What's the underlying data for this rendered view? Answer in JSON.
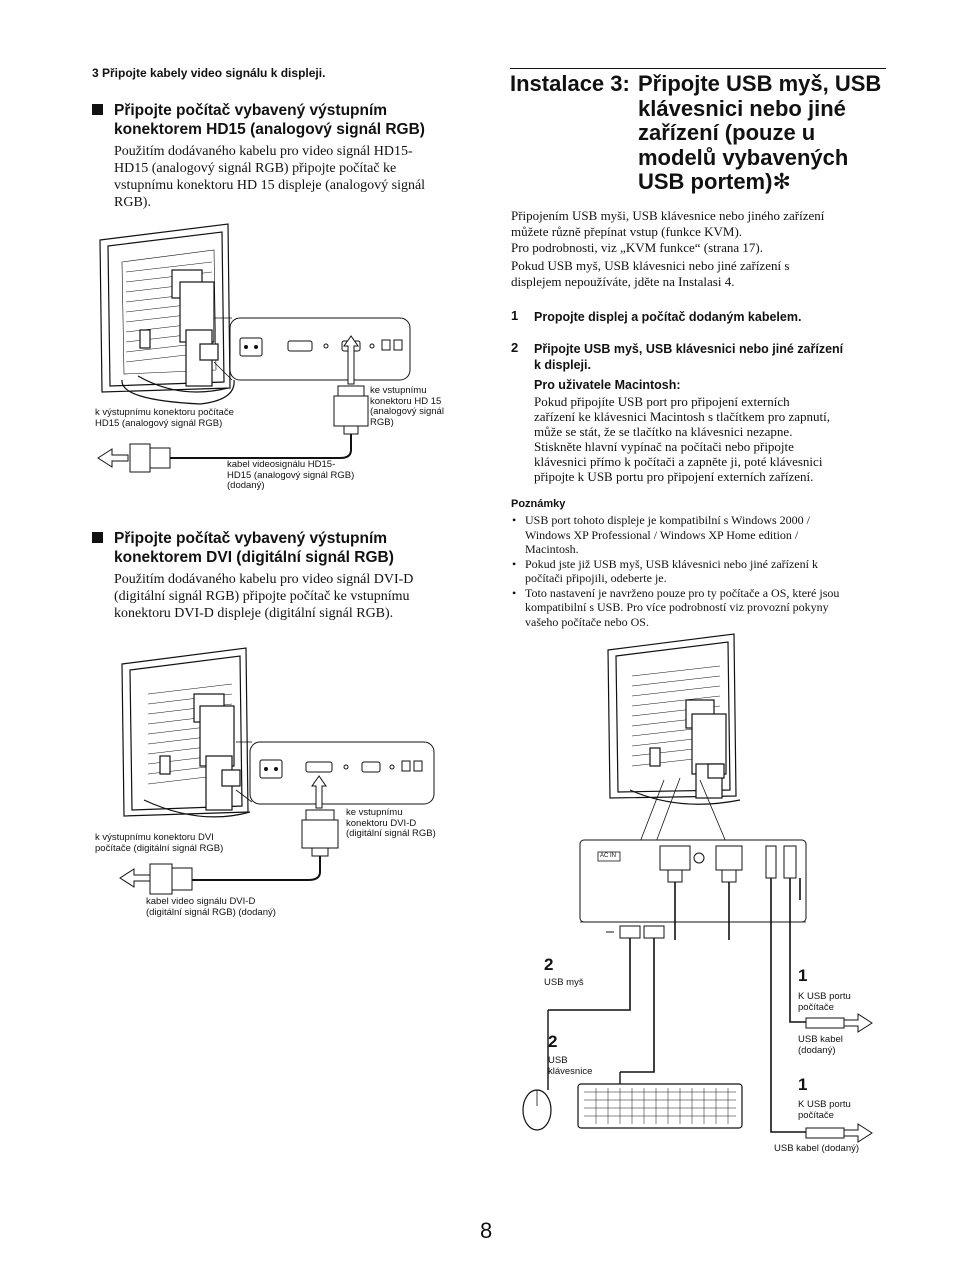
{
  "left": {
    "step3": "3  Připojte kabely video signálu k displeji.",
    "section1": {
      "heading_line1": "Připojte počítač vybavený výstupním",
      "heading_line2": "konektorem HD15 (analogový signál RGB)",
      "body": [
        "Použitím dodávaného kabelu pro video signál HD15-",
        "HD15 (analogový signál RGB) připojte počítač ke",
        "vstupnímu konektoru HD 15 displeje (analogový signál",
        "RGB)."
      ],
      "diagram": {
        "label_input": [
          "ke vstupnímu",
          "konektoru HD 15",
          "(analogový signál",
          "RGB)"
        ],
        "label_computer": [
          "k výstupnímu konektoru počítače",
          "HD15 (analogový signál RGB)"
        ],
        "label_cable": [
          "kabel videosignálu HD15-",
          "HD15 (analogový signál RGB)",
          "(dodaný)"
        ]
      }
    },
    "section2": {
      "heading_line1": "Připojte počítač vybavený výstupním",
      "heading_line2": "konektorem DVI (digitální signál RGB)",
      "body": [
        "Použitím dodávaného kabelu pro video signál DVI-D",
        "(digitální signál RGB) připojte počítač ke vstupnímu",
        "konektoru DVI-D displeje (digitální signál RGB)."
      ],
      "diagram": {
        "label_input": [
          "ke vstupnímu",
          "konektoru DVI-D",
          "(digitální signál RGB)"
        ],
        "label_computer": [
          "k výstupnímu konektoru DVI",
          "počítače (digitální signál RGB)"
        ],
        "label_cable": [
          "kabel video signálu DVI-D",
          "(digitální signál RGB) (dodaný)"
        ]
      }
    }
  },
  "right": {
    "title_prefix": "Instalace 3:",
    "title_lines": [
      "Připojte USB myš, USB",
      "klávesnici nebo jiné",
      "zařízení (pouze u",
      "modelů vybavených",
      "USB portem)✻"
    ],
    "intro": [
      "Připojením USB myši, USB klávesnice nebo jiného zařízení",
      "můžete různě přepínat vstup (funkce KVM).",
      "Pro podrobnosti, viz „KVM funkce“ (strana 17).",
      "Pokud USB myš, USB klávesnici nebo jiné zařízení s",
      "displejem nepoužíváte, jděte na Instalasi 4."
    ],
    "step1_num": "1",
    "step1_text": "Propojte displej a počítač dodaným kabelem.",
    "step2_num": "2",
    "step2_text": [
      "Připojte USB myš, USB klávesnici nebo jiné zařízení",
      "k displeji."
    ],
    "mac_title": "Pro uživatele Macintosh:",
    "mac_body": [
      "Pokud připojíte USB port pro připojení externích",
      "zařízení ke klávesnici Macintosh s tlačítkem pro zapnutí,",
      "může se stát, že se tlačítko na klávesnici nezapne.",
      "Stiskněte hlavní vypínač na počítači nebo připojte",
      "klávesnici přímo k počítači a zapněte ji, poté klávesnici",
      "připojte k USB portu pro připojení externích zařízení."
    ],
    "notes_title": "Poznámky",
    "notes": [
      [
        "USB port tohoto displeje je kompatibilní s Windows 2000 /",
        "Windows XP Professional / Windows XP Home edition /",
        "Macintosh."
      ],
      [
        "Pokud jste již USB myš, USB klávesnici nebo jiné zařízení k",
        "počítači připojili, odeberte je."
      ],
      [
        "Toto nastavení je navrženo pouze pro ty počítače a OS, které jsou",
        "kompatibilní s USB. Pro více podrobností viz provozní pokyny",
        "vašeho počítače nebo OS."
      ]
    ],
    "diagram": {
      "ac_in": "AC IN",
      "num2a": "2",
      "usb_mouse": "USB myš",
      "num2b": "2",
      "usb_keyboard": [
        "USB",
        "klávesnice"
      ],
      "num1a": "1",
      "to_usb_pc_a": [
        "K USB portu",
        "počítače"
      ],
      "usb_cable_a": [
        "USB kabel",
        "(dodaný)"
      ],
      "num1b": "1",
      "to_usb_pc_b": [
        "K USB portu",
        "počítače"
      ],
      "usb_cable_b": "USB kabel (dodaný)"
    }
  },
  "page_number": "8"
}
